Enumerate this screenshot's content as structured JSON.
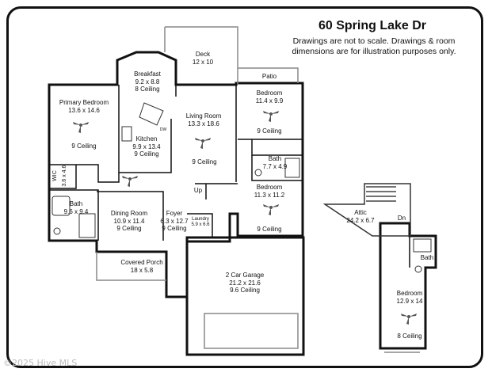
{
  "header": {
    "address": "60 Spring Lake Dr",
    "disclaimer_line1": "Drawings are not to scale. Drawings & room",
    "disclaimer_line2": "dimensions are for illustration purposes only."
  },
  "rooms": {
    "deck": {
      "name": "Deck",
      "size": "12 x 10"
    },
    "patio": {
      "name": "Patio"
    },
    "breakfast": {
      "name": "Breakfast",
      "size": "9.2 x 8.8",
      "ceiling": "8 Ceiling"
    },
    "primary_bedroom": {
      "name": "Primary Bedroom",
      "size": "13.6 x 14.6",
      "ceiling": "9 Ceiling"
    },
    "living_room": {
      "name": "Living Room",
      "size": "13.3 x 18.6",
      "ceiling": "9 Ceiling"
    },
    "kitchen": {
      "name": "Kitchen",
      "size": "9.9 x 13.4",
      "ceiling": "9 Ceiling"
    },
    "dw": {
      "name": "DW"
    },
    "bedroom_2": {
      "name": "Bedroom",
      "size": "11.4 x 9.9",
      "ceiling": "9 Ceiling"
    },
    "bath_hall": {
      "name": "Bath",
      "size": "7.7 x 4.9"
    },
    "bedroom_3": {
      "name": "Bedroom",
      "size": "11.3 x 11.2",
      "ceiling": "9 Ceiling"
    },
    "wic": {
      "name": "WIC",
      "size": "3.6 x 4.6"
    },
    "bath_primary": {
      "name": "Bath",
      "size": "9.6 x 9.4"
    },
    "dining_room": {
      "name": "Dining Room",
      "size": "10.9 x 11.4",
      "ceiling": "9 Ceiling"
    },
    "foyer": {
      "name": "Foyer",
      "size": "6.3 x 12.7",
      "ceiling": "9 Ceiling"
    },
    "laundry": {
      "name": "Laundry",
      "size": "5.9 x 6.6"
    },
    "covered_porch": {
      "name": "Covered Porch",
      "size": "18 x 5.8"
    },
    "garage": {
      "name": "2 Car Garage",
      "size": "21.2 x 21.6",
      "ceiling": "9.6 Ceiling"
    },
    "attic": {
      "name": "Attic",
      "size": "24.2 x 6.7"
    },
    "bath_upper": {
      "name": "Bath"
    },
    "bedroom_upper": {
      "name": "Bedroom",
      "size": "12.9 x 14",
      "ceiling": "8 Ceiling"
    }
  },
  "stairs": {
    "up": "Up",
    "down": "Dn"
  },
  "footer": {
    "copyright": "©2025 Hive MLS"
  },
  "colors": {
    "wall": "#111111",
    "line": "#555555",
    "frame": "#111111"
  }
}
